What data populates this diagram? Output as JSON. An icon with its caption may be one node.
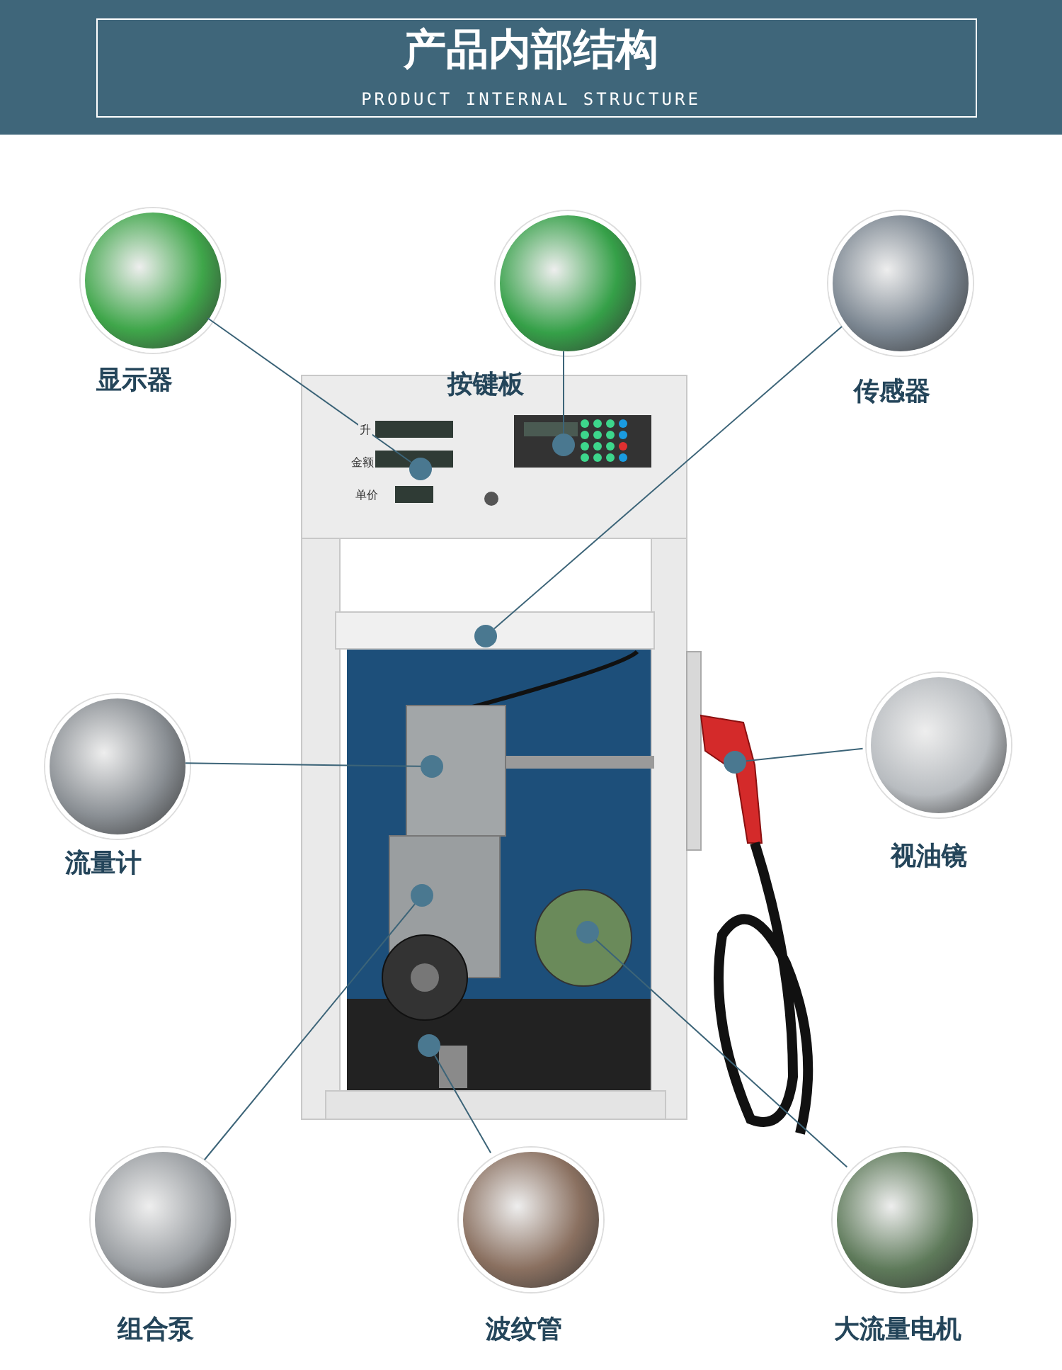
{
  "diagram": {
    "title": "产品内部结构",
    "nodes": [
      {
        "text": [],
        "shape": "picture",
        "beside": [
          "显示器"
        ]
      },
      {
        "text": [],
        "shape": "picture",
        "beside": [
          "按键板"
        ]
      },
      {
        "text": [],
        "shape": "picture",
        "beside": [
          "传感器"
        ]
      },
      {
        "text": [],
        "shape": "picture",
        "beside": [
          "流量计"
        ]
      },
      {
        "text": [],
        "shape": "picture",
        "beside": [
          "视油镜"
        ]
      },
      {
        "text": [],
        "shape": "picture",
        "beside": [
          "组合泵"
        ]
      },
      {
        "text": [],
        "shape": "picture",
        "beside": [
          "波纹管"
        ]
      },
      {
        "text": [],
        "shape": "picture",
        "beside": [
          "大流量电机"
        ]
      },
      {
        "text": [],
        "shape": "circle"
      },
      {
        "text": [],
        "shape": "circle"
      },
      {
        "text": [],
        "shape": "circle"
      },
      {
        "text": [],
        "shape": "circle"
      },
      {
        "text": [],
        "shape": "circle"
      },
      {
        "text": [],
        "shape": "circle"
      },
      {
        "text": [],
        "shape": "circle"
      },
      {
        "text": [],
        "shape": "circle"
      }
    ],
    "edges": [
      {
        "from": 0,
        "to": 8,
        "arrow": "none"
      },
      {
        "from": 1,
        "to": 9,
        "arrow": "none"
      },
      {
        "from": 2,
        "to": 10,
        "arrow": "none"
      },
      {
        "from": 3,
        "to": 11,
        "arrow": "none"
      },
      {
        "from": 4,
        "to": 12,
        "arrow": "none"
      },
      {
        "from": 5,
        "to": 13,
        "arrow": "none"
      },
      {
        "from": 6,
        "to": 14,
        "arrow": "none"
      },
      {
        "from": 7,
        "to": 15,
        "arrow": "none"
      }
    ],
    "labels": [
      "PRODUCT INTERNAL STRUCTURE",
      "升",
      "金额",
      "单价"
    ]
  }
}
